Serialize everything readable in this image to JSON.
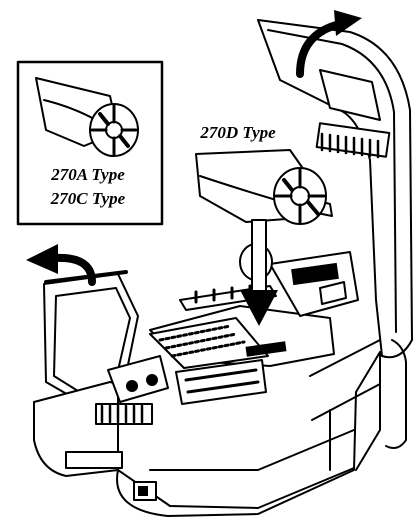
{
  "figure": {
    "labels": {
      "inset_line1": "270A Type",
      "inset_line2": "270C Type",
      "main": "270D Type"
    },
    "colors": {
      "ink": "#000000",
      "paper": "#ffffff",
      "shade": "#9a9a9a"
    }
  }
}
